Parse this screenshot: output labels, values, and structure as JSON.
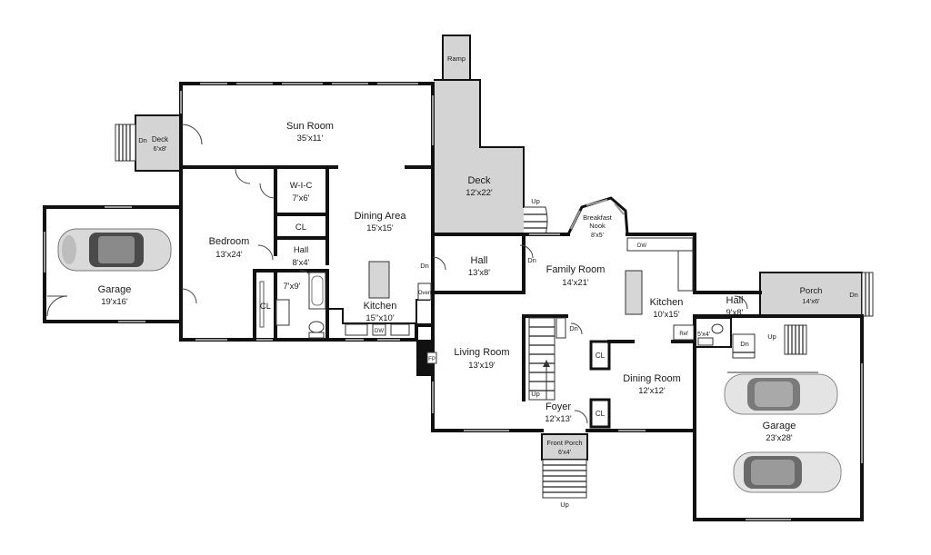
{
  "colors": {
    "wall": "#111111",
    "deck_fill": "#d4d4d4",
    "fireplace": "#111111"
  },
  "rooms": {
    "sun_room": {
      "name": "Sun Room",
      "size": "35'x11'"
    },
    "deck_small": {
      "name": "Deck",
      "size": "6'x8'",
      "stair": "Dn"
    },
    "deck_large": {
      "name": "Deck",
      "size": "12'x22'",
      "stair": "Up"
    },
    "ramp": {
      "name": "Ramp"
    },
    "wic": {
      "name": "W-I-C",
      "size": "7'x6'"
    },
    "cl_upper": {
      "name": "CL"
    },
    "hall_left": {
      "name": "Hall",
      "size": "8'x4'"
    },
    "bath_left": {
      "size": "7'x9'"
    },
    "cl_bath": {
      "name": "CL"
    },
    "bedroom": {
      "name": "Bedroom",
      "size": "13'x24'"
    },
    "garage_left": {
      "name": "Garage",
      "size": "19'x16'"
    },
    "dining_area": {
      "name": "Dining Area",
      "size": "15'x15'"
    },
    "kitchen_left": {
      "name": "Kitchen",
      "size": "15''x10'"
    },
    "hall_mid": {
      "name": "Hall",
      "size": "13'x8'"
    },
    "living_room": {
      "name": "Living Room",
      "size": "13'x19'"
    },
    "breakfast_nook": {
      "name": "Breakfast\nNook",
      "line1": "Breakfast",
      "line2": "Nook",
      "size": "8'x5'"
    },
    "family_room": {
      "name": "Family Room",
      "size": "14'x21'"
    },
    "kitchen_right": {
      "name": "Kitchen",
      "size": "10'x15'"
    },
    "hall_right": {
      "name": "Hall",
      "size": "9'x8'"
    },
    "bath_right": {
      "size": "5'x4'"
    },
    "porch": {
      "name": "Porch",
      "size": "14'x6'",
      "stair": "Dn"
    },
    "dining_room": {
      "name": "Dining Room",
      "size": "12'x12'"
    },
    "foyer": {
      "name": "Foyer",
      "size": "12'x13'"
    },
    "front_porch": {
      "name": "Front Porch",
      "size": "6'x4'",
      "stair": "Up"
    },
    "garage_right": {
      "name": "Garage",
      "size": "23'x28'",
      "stair": "Up"
    },
    "cl_a": {
      "name": "CL"
    },
    "cl_b": {
      "name": "CL"
    }
  },
  "fixtures": {
    "oven": "Oven",
    "dw_left": "DW",
    "dw_right": "DW",
    "ref": "Ref",
    "fireplace": "FP"
  },
  "stairs": {
    "dn_kitchen_left": "Dn",
    "dn_hall_mid": "Dn",
    "dn_family": "Dn",
    "up_main": "Up",
    "dn_hall_right": "Dn"
  }
}
